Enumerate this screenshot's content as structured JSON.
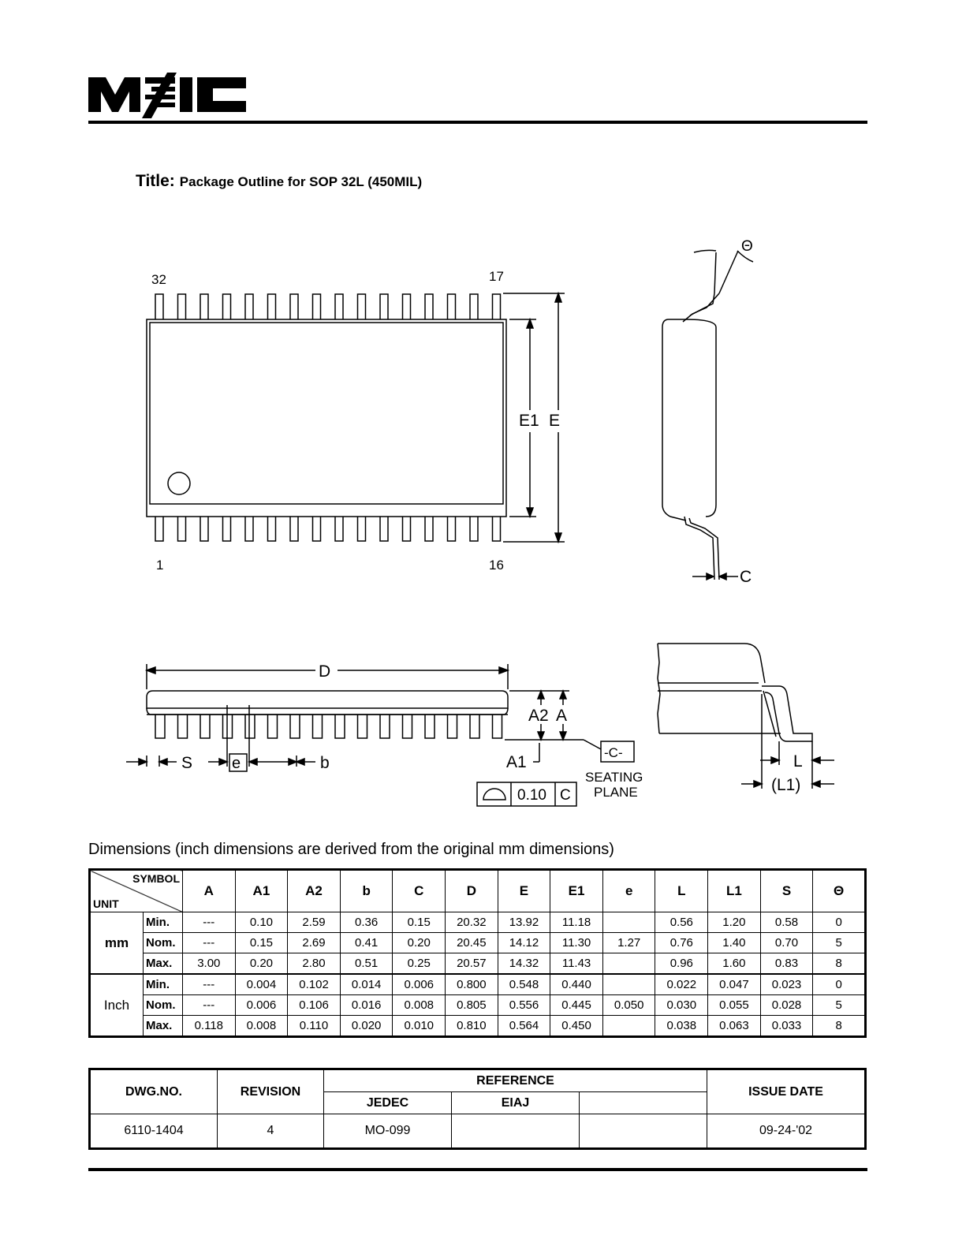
{
  "header": {
    "logo_text": "MXIC"
  },
  "title": {
    "lead": "Title:",
    "text": "Package Outline for  SOP 32L (450MIL)"
  },
  "drawing": {
    "top_view": {
      "pin_top_left": "32",
      "pin_top_right": "17",
      "pin_bottom_left": "1",
      "pin_bottom_right": "16",
      "label_e1": "E1",
      "label_e": "E"
    },
    "side_view": {
      "label_theta": "Θ",
      "label_c": "C"
    },
    "front_view": {
      "label_d": "D",
      "label_a2": "A2",
      "label_a": "A",
      "label_a1": "A1",
      "label_s": "S",
      "label_e": "e",
      "label_b": "b",
      "seating_label": "-C-",
      "seating_plane_line1": "SEATING",
      "seating_plane_line2": "PLANE",
      "flatness_value": "0.10",
      "flatness_ref": "C"
    },
    "detail_view": {
      "label_l": "L",
      "label_l1": "(L1)"
    }
  },
  "dimensions": {
    "caption": "Dimensions (inch dimensions are derived from the original mm dimensions)",
    "corner_symbol": "SYMBOL",
    "corner_unit": "UNIT",
    "columns": [
      "A",
      "A1",
      "A2",
      "b",
      "C",
      "D",
      "E",
      "E1",
      "e",
      "L",
      "L1",
      "S",
      "Θ"
    ],
    "groups": [
      {
        "unit": "mm",
        "rows": [
          {
            "label": "Min.",
            "values": [
              "---",
              "0.10",
              "2.59",
              "0.36",
              "0.15",
              "20.32",
              "13.92",
              "11.18",
              "",
              "0.56",
              "1.20",
              "0.58",
              "0"
            ]
          },
          {
            "label": "Nom.",
            "values": [
              "---",
              "0.15",
              "2.69",
              "0.41",
              "0.20",
              "20.45",
              "14.12",
              "11.30",
              "1.27",
              "0.76",
              "1.40",
              "0.70",
              "5"
            ]
          },
          {
            "label": "Max.",
            "values": [
              "3.00",
              "0.20",
              "2.80",
              "0.51",
              "0.25",
              "20.57",
              "14.32",
              "11.43",
              "",
              "0.96",
              "1.60",
              "0.83",
              "8"
            ]
          }
        ]
      },
      {
        "unit": "Inch",
        "rows": [
          {
            "label": "Min.",
            "values": [
              "---",
              "0.004",
              "0.102",
              "0.014",
              "0.006",
              "0.800",
              "0.548",
              "0.440",
              "",
              "0.022",
              "0.047",
              "0.023",
              "0"
            ]
          },
          {
            "label": "Nom.",
            "values": [
              "---",
              "0.006",
              "0.106",
              "0.016",
              "0.008",
              "0.805",
              "0.556",
              "0.445",
              "0.050",
              "0.030",
              "0.055",
              "0.028",
              "5"
            ]
          },
          {
            "label": "Max.",
            "values": [
              "0.118",
              "0.008",
              "0.110",
              "0.020",
              "0.010",
              "0.810",
              "0.564",
              "0.450",
              "",
              "0.038",
              "0.063",
              "0.033",
              "8"
            ]
          }
        ]
      }
    ]
  },
  "reference_table": {
    "dwg_no_header": "DWG.NO.",
    "revision_header": "REVISION",
    "reference_header": "REFERENCE",
    "jedec_header": "JEDEC",
    "eiaj_header": "EIAJ",
    "blank_header": "",
    "issue_date_header": "ISSUE DATE",
    "dwg_no": "6110-1404",
    "revision": "4",
    "jedec": "MO-099",
    "eiaj": "",
    "blank": "",
    "issue_date": "09-24-'02"
  }
}
